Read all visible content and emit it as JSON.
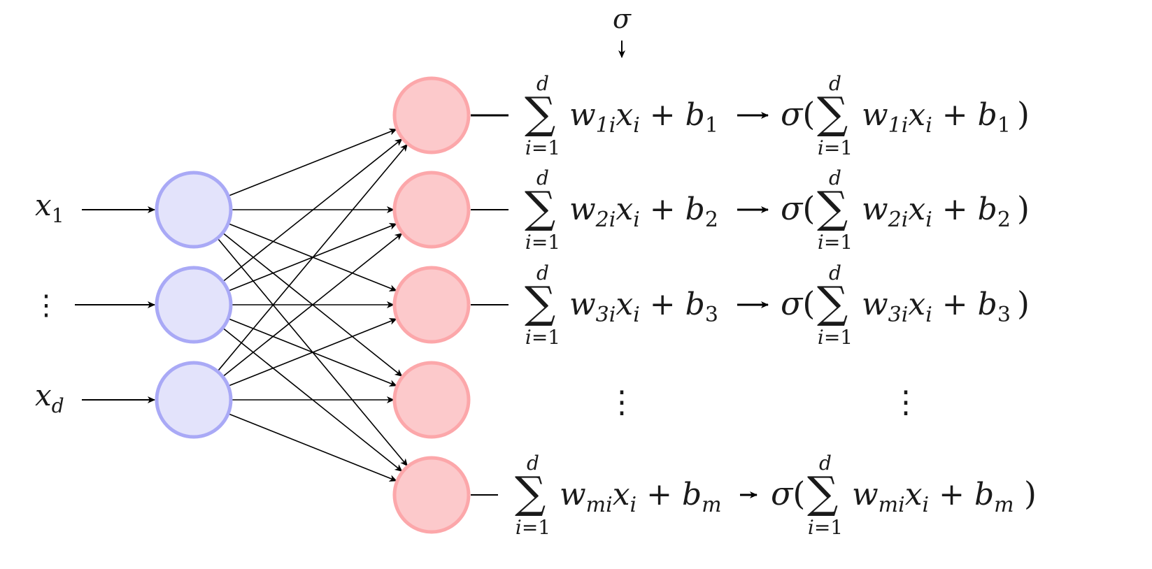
{
  "colors": {
    "input_fill": "#e3e3fb",
    "input_stroke": "#a9a9f6",
    "hidden_fill": "#fcc9cb",
    "hidden_stroke": "#fca7aa",
    "line": "#000000"
  },
  "activation_label": "σ",
  "inputs": [
    {
      "base": "x",
      "sub": "1"
    },
    {
      "base": "⋮",
      "sub": ""
    },
    {
      "base": "x",
      "sub": "d"
    }
  ],
  "rows": [
    {
      "index": "1"
    },
    {
      "index": "2"
    },
    {
      "index": "3"
    },
    {
      "index": "m"
    }
  ],
  "sum": {
    "symbol": "∑",
    "upper": "d",
    "lower_var": "i",
    "lower_eq": "=",
    "lower_val": "1",
    "weight": "w",
    "weight_sub_suffix": "i",
    "x": "x",
    "x_sub": "i",
    "plus": "+",
    "bias": "b",
    "sigma": "σ",
    "lparen": "(",
    "rparen": ")"
  },
  "ellipsis": "⋮",
  "icons": {
    "arrow": "arrow-icon"
  }
}
